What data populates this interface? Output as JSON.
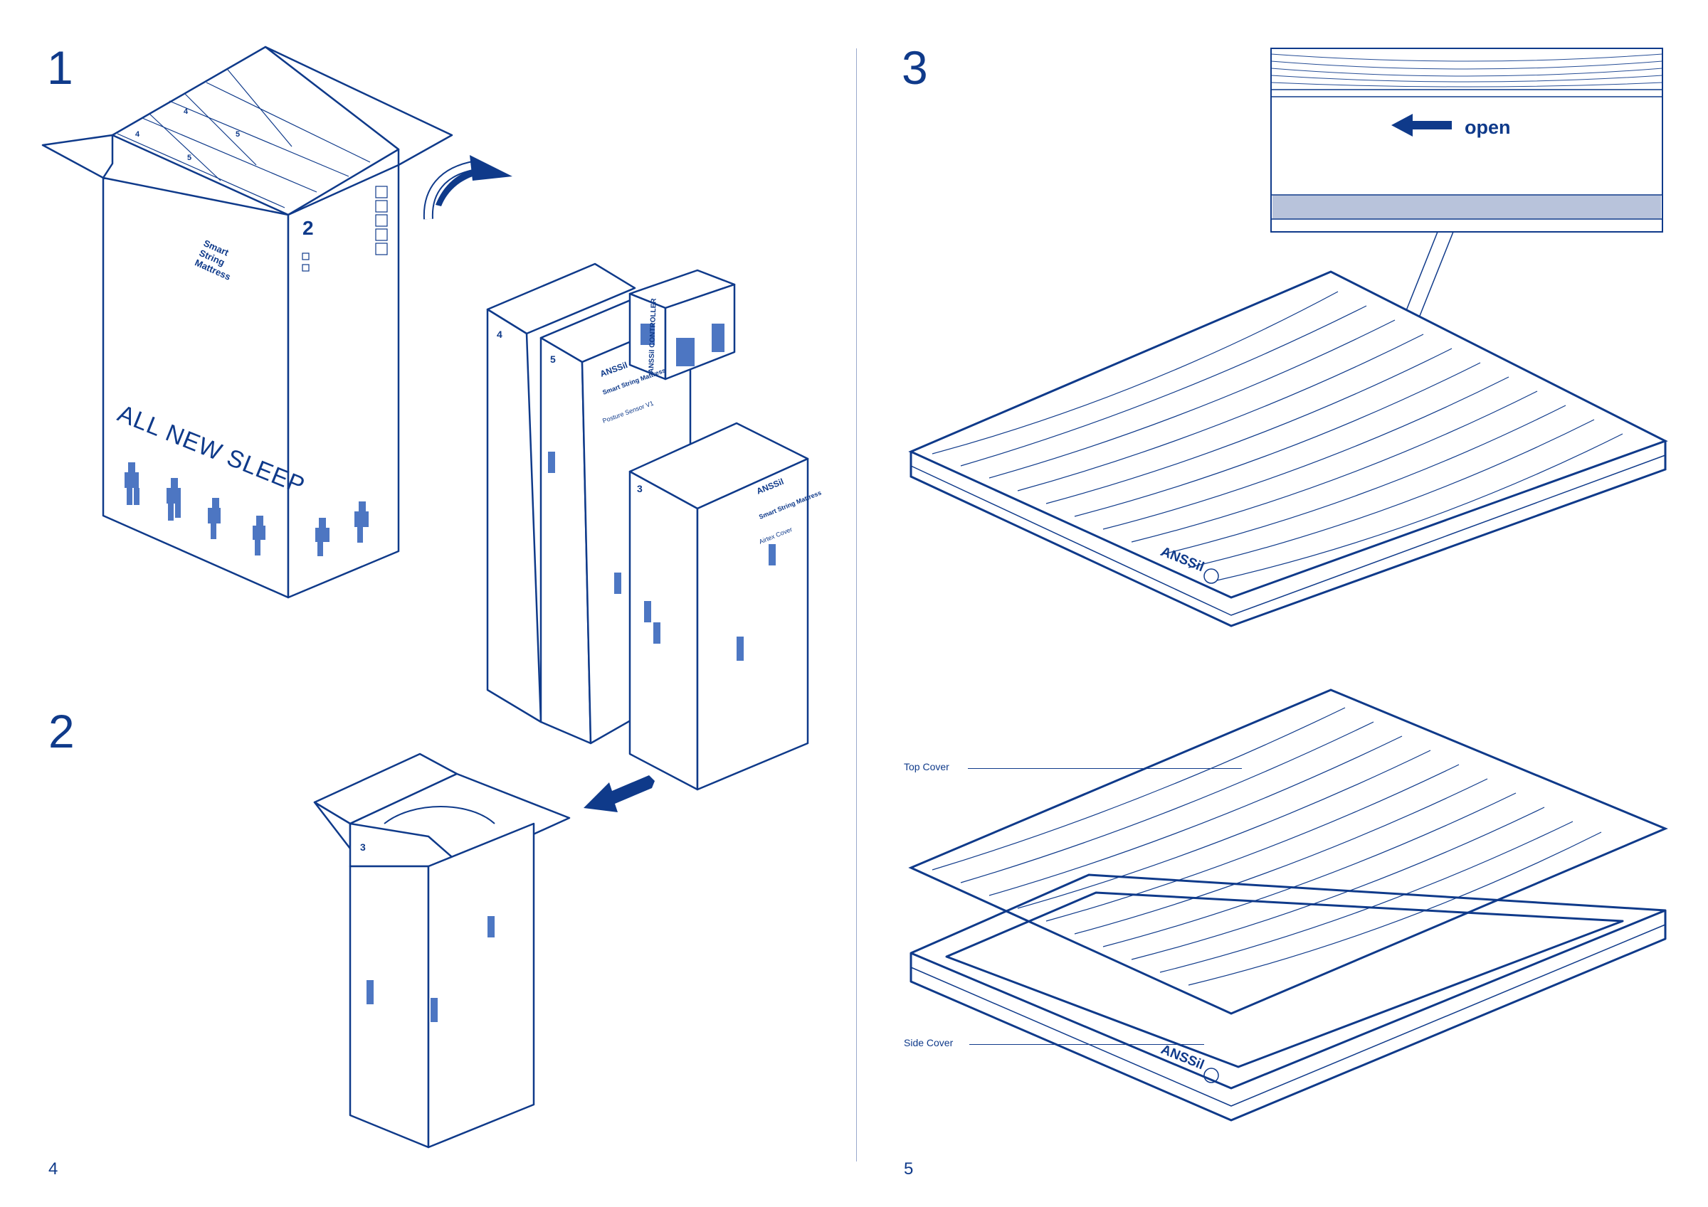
{
  "steps": {
    "step1": "1",
    "step2": "2",
    "step3": "3"
  },
  "page_numbers": {
    "left": "4",
    "right": "5"
  },
  "big_box": {
    "product_name": "Smart\nString\nMattress",
    "slogan": "ALL NEW SLEEP",
    "box_number": "2",
    "lid_numbers": [
      "4",
      "4",
      "5",
      "5"
    ]
  },
  "small_boxes": {
    "box4": "4",
    "box5": "5",
    "box3": "3",
    "brand": "ANSSil",
    "controller_label": "ANSSil CONTROLLER",
    "product_name": "Smart String Mattress",
    "box5_item": "Posture Sensor V1",
    "box3_item": "Airtex Cover"
  },
  "zipper_callout": {
    "label": "open"
  },
  "mattress": {
    "brand": "ANSSil"
  },
  "labels": {
    "top_cover": "Top Cover",
    "side_cover": "Side Cover"
  },
  "colors": {
    "ink": "#0f3a8a",
    "light": "#9aa9cc",
    "white": "#ffffff"
  },
  "icons": [
    "curved-arrow-icon",
    "down-left-arrow-icon",
    "left-arrow-icon",
    "pixel-figure-icon",
    "wifi-logo-icon"
  ]
}
